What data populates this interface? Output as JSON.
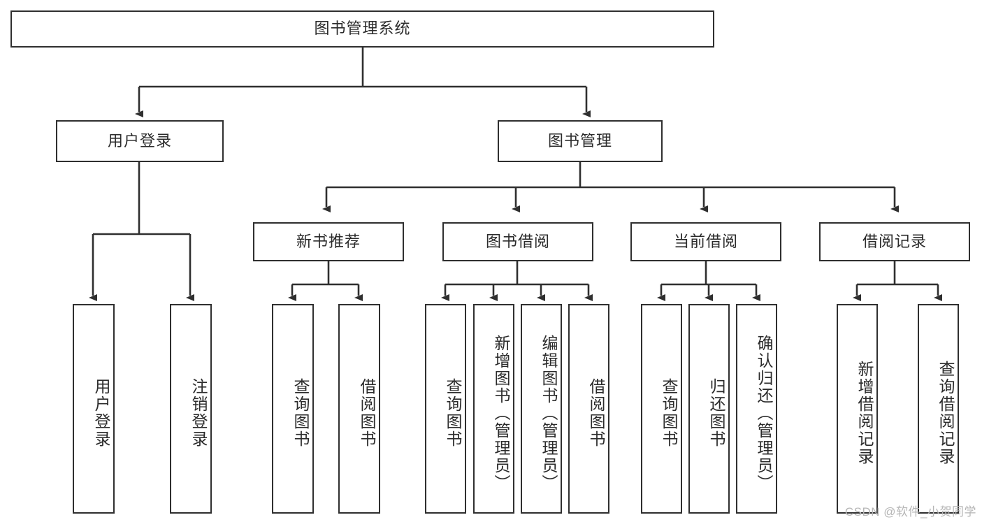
{
  "diagram": {
    "title": "图书管理系统",
    "watermark": "CSDN @软件_小贺同学",
    "colors": {
      "stroke": "#2f2f2f",
      "fill": "#ffffff",
      "text": "#2b2b2b",
      "watermark": "#b6b6b6"
    },
    "nodes": {
      "root": {
        "label": "图书管理系统",
        "level": 1,
        "orientation": "horizontal"
      },
      "user_login": {
        "label": "用户登录",
        "level": 2,
        "orientation": "horizontal"
      },
      "book_manage": {
        "label": "图书管理",
        "level": 2,
        "orientation": "horizontal"
      },
      "new_book_rec": {
        "label": "新书推荐",
        "level": 3,
        "orientation": "horizontal"
      },
      "book_borrow": {
        "label": "图书借阅",
        "level": 3,
        "orientation": "horizontal"
      },
      "current_borrow": {
        "label": "当前借阅",
        "level": 3,
        "orientation": "horizontal"
      },
      "borrow_record": {
        "label": "借阅记录",
        "level": 3,
        "orientation": "horizontal"
      },
      "leaf_user_login": {
        "label": "用户登录",
        "level": 4,
        "orientation": "vertical",
        "parent": "user_login"
      },
      "leaf_logout": {
        "label": "注销登录",
        "level": 4,
        "orientation": "vertical",
        "parent": "user_login"
      },
      "leaf_query_book_a": {
        "label": "查询图书",
        "level": 4,
        "orientation": "vertical",
        "parent": "new_book_rec"
      },
      "leaf_borrow_book_a": {
        "label": "借阅图书",
        "level": 4,
        "orientation": "vertical",
        "parent": "new_book_rec"
      },
      "leaf_query_book_b": {
        "label": "查询图书",
        "level": 4,
        "orientation": "vertical",
        "parent": "book_borrow"
      },
      "leaf_add_book": {
        "label": "新增图书（管理员）",
        "level": 4,
        "orientation": "vertical",
        "parent": "book_borrow"
      },
      "leaf_edit_book": {
        "label": "编辑图书（管理员）",
        "level": 4,
        "orientation": "vertical",
        "parent": "book_borrow"
      },
      "leaf_borrow_book_b": {
        "label": "借阅图书",
        "level": 4,
        "orientation": "vertical",
        "parent": "book_borrow"
      },
      "leaf_query_book_c": {
        "label": "查询图书",
        "level": 4,
        "orientation": "vertical",
        "parent": "current_borrow"
      },
      "leaf_return_book": {
        "label": "归还图书",
        "level": 4,
        "orientation": "vertical",
        "parent": "current_borrow"
      },
      "leaf_confirm_return": {
        "label": "确认归还（管理员）",
        "level": 4,
        "orientation": "vertical",
        "parent": "current_borrow"
      },
      "leaf_add_record": {
        "label": "新增借阅记录",
        "level": 4,
        "orientation": "vertical",
        "parent": "borrow_record"
      },
      "leaf_query_record": {
        "label": "查询借阅记录",
        "level": 4,
        "orientation": "vertical",
        "parent": "borrow_record"
      }
    },
    "edges": [
      {
        "from": "root",
        "to": "user_login"
      },
      {
        "from": "root",
        "to": "book_manage"
      },
      {
        "from": "book_manage",
        "to": "new_book_rec"
      },
      {
        "from": "book_manage",
        "to": "book_borrow"
      },
      {
        "from": "book_manage",
        "to": "current_borrow"
      },
      {
        "from": "book_manage",
        "to": "borrow_record"
      },
      {
        "from": "user_login",
        "to": "leaf_user_login"
      },
      {
        "from": "user_login",
        "to": "leaf_logout"
      },
      {
        "from": "new_book_rec",
        "to": "leaf_query_book_a"
      },
      {
        "from": "new_book_rec",
        "to": "leaf_borrow_book_a"
      },
      {
        "from": "book_borrow",
        "to": "leaf_query_book_b"
      },
      {
        "from": "book_borrow",
        "to": "leaf_add_book"
      },
      {
        "from": "book_borrow",
        "to": "leaf_edit_book"
      },
      {
        "from": "book_borrow",
        "to": "leaf_borrow_book_b"
      },
      {
        "from": "current_borrow",
        "to": "leaf_query_book_c"
      },
      {
        "from": "current_borrow",
        "to": "leaf_return_book"
      },
      {
        "from": "current_borrow",
        "to": "leaf_confirm_return"
      },
      {
        "from": "borrow_record",
        "to": "leaf_add_record"
      },
      {
        "from": "borrow_record",
        "to": "leaf_query_record"
      }
    ]
  }
}
